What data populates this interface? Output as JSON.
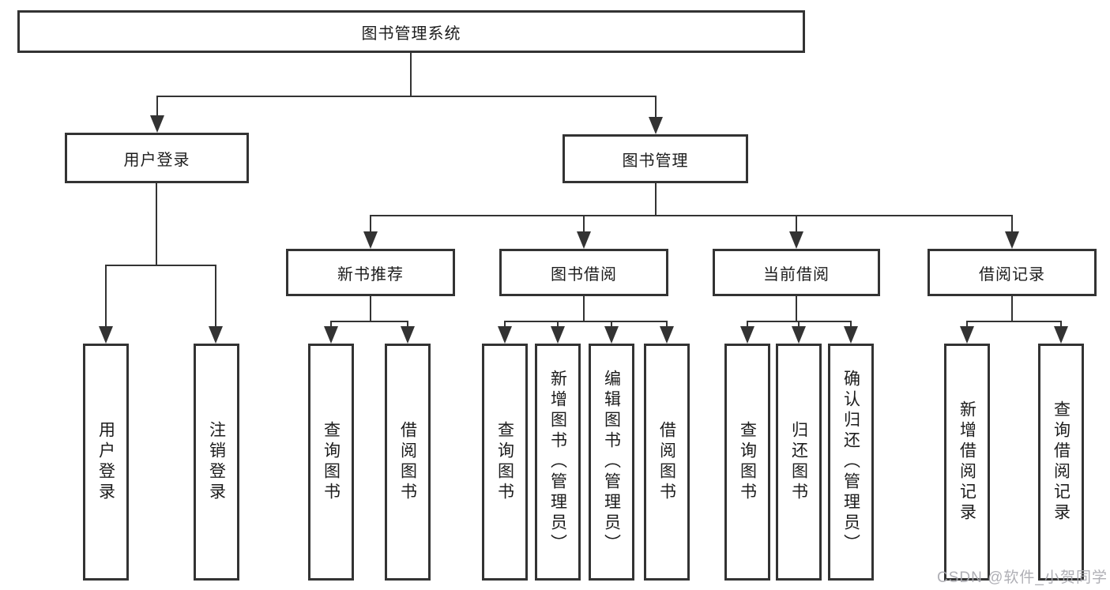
{
  "tree": {
    "label": "图书管理系统",
    "children": [
      {
        "label": "用户登录",
        "children": [
          {
            "label": "用户登录"
          },
          {
            "label": "注销登录"
          }
        ]
      },
      {
        "label": "图书管理",
        "children": [
          {
            "label": "新书推荐",
            "children": [
              {
                "label": "查询图书"
              },
              {
                "label": "借阅图书"
              }
            ]
          },
          {
            "label": "图书借阅",
            "children": [
              {
                "label": "查询图书"
              },
              {
                "label": "新增图书（管理员）"
              },
              {
                "label": "编辑图书（管理员）"
              },
              {
                "label": "借阅图书"
              }
            ]
          },
          {
            "label": "当前借阅",
            "children": [
              {
                "label": "查询图书"
              },
              {
                "label": "归还图书"
              },
              {
                "label": "确认归还（管理员）"
              }
            ]
          },
          {
            "label": "借阅记录",
            "children": [
              {
                "label": "新增借阅记录"
              },
              {
                "label": "查询借阅记录"
              }
            ]
          }
        ]
      }
    ]
  },
  "watermark": {
    "text": "CSDN @软件_小贺同学"
  },
  "colors": {
    "line": "#333333",
    "text": "#1c1c1c",
    "background": "#ffffff",
    "watermark": "#a8a8af"
  }
}
